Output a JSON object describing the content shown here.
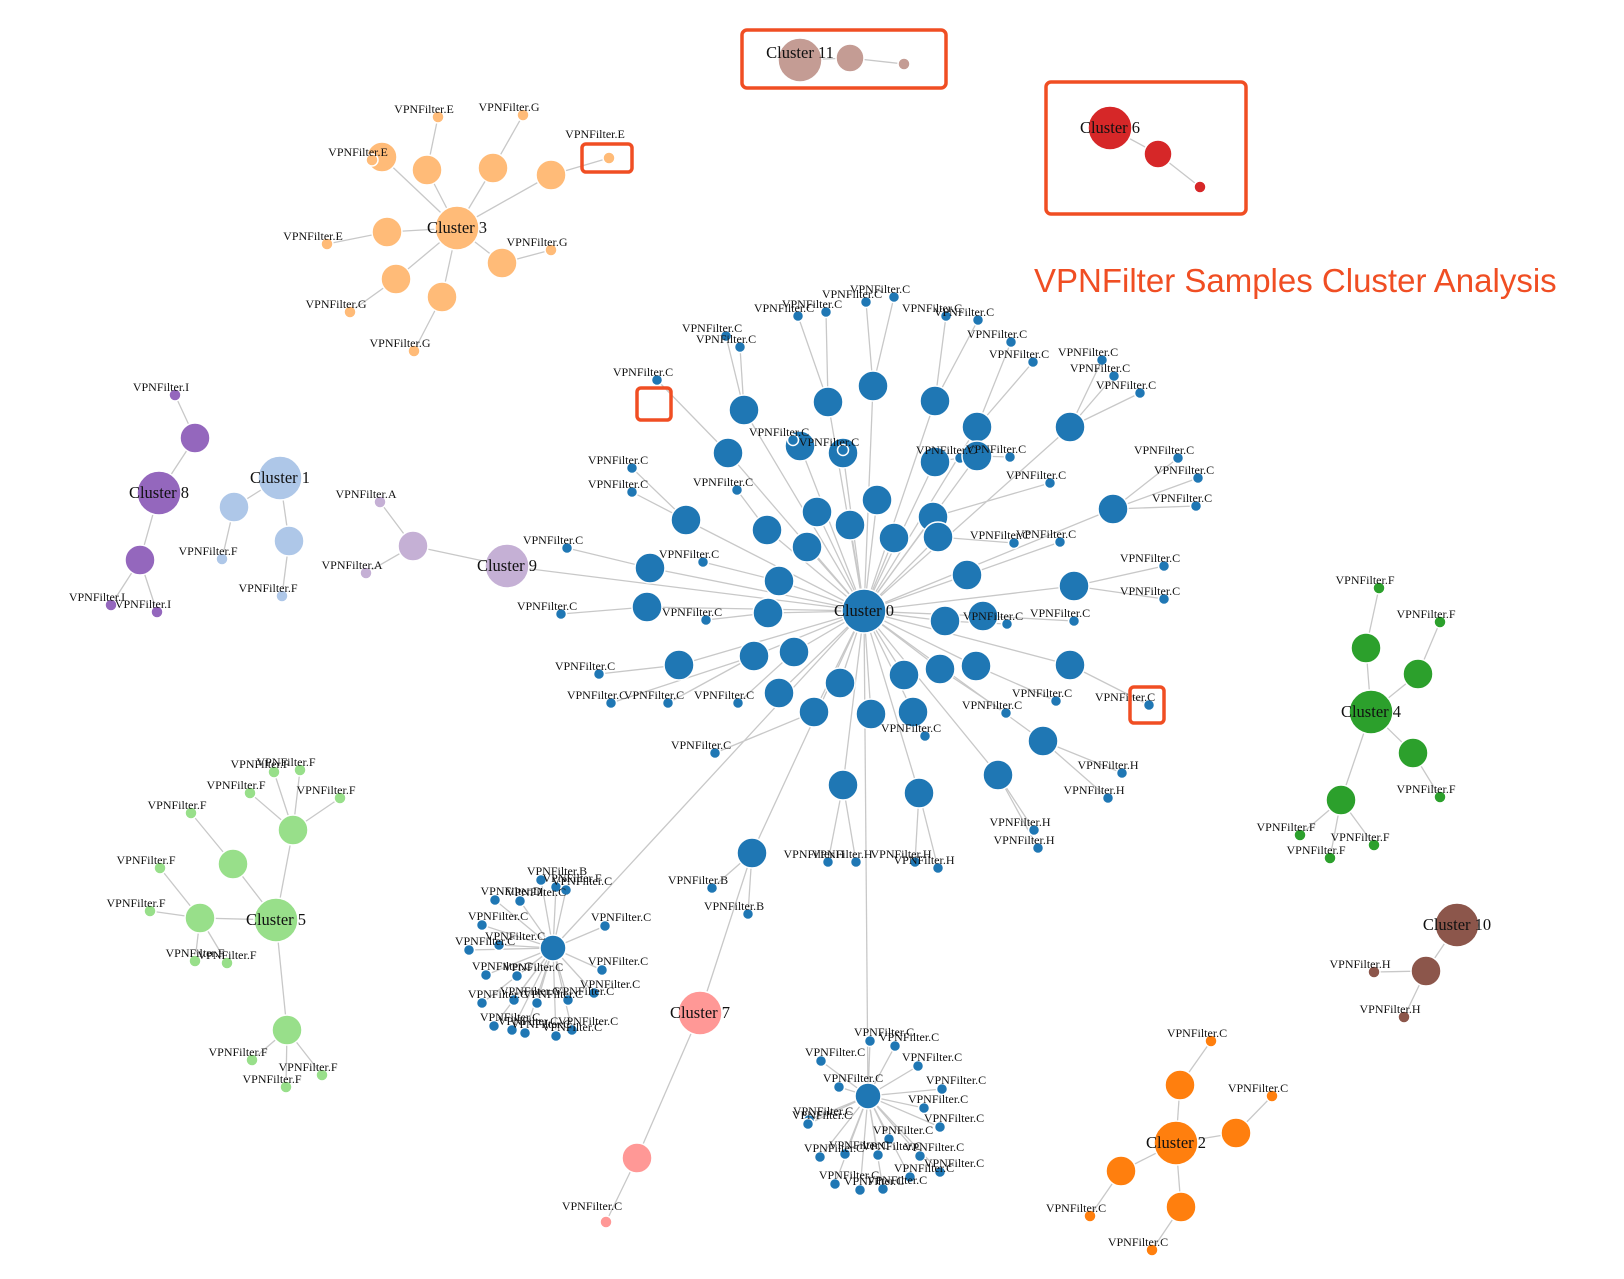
{
  "title": "VPNFilter Samples Cluster Analysis",
  "colors": {
    "accent": "#f04e23",
    "edge": "#c8c8c8",
    "cluster0": "#1f77b4",
    "cluster1": "#aec7e8",
    "cluster2": "#ff7f0e",
    "cluster3": "#ffbb78",
    "cluster4": "#2ca02c",
    "cluster5": "#98df8a",
    "cluster6": "#d62728",
    "cluster7": "#ff9896",
    "cluster8": "#9467bd",
    "cluster9": "#c5b0d5",
    "cluster10": "#8c564b",
    "cluster11": "#c49c94"
  },
  "clusters": [
    {
      "id": "c0",
      "label": "Cluster 0",
      "color": "#1f77b4"
    },
    {
      "id": "c1",
      "label": "Cluster 1",
      "color": "#aec7e8"
    },
    {
      "id": "c2",
      "label": "Cluster 2",
      "color": "#ff7f0e"
    },
    {
      "id": "c3",
      "label": "Cluster 3",
      "color": "#ffbb78"
    },
    {
      "id": "c4",
      "label": "Cluster 4",
      "color": "#2ca02c"
    },
    {
      "id": "c5",
      "label": "Cluster 5",
      "color": "#98df8a"
    },
    {
      "id": "c6",
      "label": "Cluster 6",
      "color": "#d62728"
    },
    {
      "id": "c7",
      "label": "Cluster 7",
      "color": "#ff9896"
    },
    {
      "id": "c8",
      "label": "Cluster 8",
      "color": "#9467bd"
    },
    {
      "id": "c9",
      "label": "Cluster 9",
      "color": "#c5b0d5"
    },
    {
      "id": "c10",
      "label": "Cluster 10",
      "color": "#8c564b"
    },
    {
      "id": "c11",
      "label": "Cluster 11",
      "color": "#c49c94"
    }
  ],
  "highlighted_groups": [
    "Cluster 11",
    "Cluster 6"
  ],
  "sample_labels": {
    "c0": [
      "VPNFilter.C",
      "VPNFilter.C",
      "VPNFilter.C",
      "VPNFilter.C",
      "VPNFilter.C",
      "VPNFilter.C",
      "VPNFilter.C",
      "VPNFilter.C",
      "VPNFilter.C",
      "VPNFilter.C",
      "VPNFilter.C",
      "VPNFilter.C",
      "VPNFilter.C",
      "VPNFilter.C",
      "VPNFilter.C",
      "VPNFilter.C",
      "VPNFilter.C",
      "VPNFilter.C",
      "VPNFilter.C",
      "VPNFilter.C",
      "VPNFilter.C",
      "VPNFilter.C",
      "VPNFilter.C",
      "VPNFilter.C",
      "VPNFilter.C",
      "VPNFilter.C",
      "VPNFilter.C",
      "VPNFilter.C",
      "VPNFilter.C",
      "VPNFilter.C",
      "VPNFilter.C",
      "VPNFilter.C",
      "VPNFilter.C",
      "VPNFilter.C",
      "VPNFilter.C",
      "VPNFilter.C",
      "VPNFilter.C",
      "VPNFilter.C",
      "VPNFilter.C",
      "VPNFilter.C",
      "VPNFilter.C",
      "VPNFilter.C",
      "VPNFilter.C",
      "VPNFilter.C",
      "VPNFilter.H",
      "VPNFilter.H",
      "VPNFilter.H",
      "VPNFilter.H",
      "VPNFilter.H",
      "VPNFilter.H",
      "VPNFilter.H",
      "VPNFilter.H",
      "VPNFilter.B",
      "VPNFilter.B",
      "VPNFilter.B",
      "VPNFilter.F",
      "VPNFilter.D"
    ],
    "c1": [
      "VPNFilter.F",
      "VPNFilter.F"
    ],
    "c2": [
      "VPNFilter.C",
      "VPNFilter.C",
      "VPNFilter.C",
      "VPNFilter.C"
    ],
    "c3": [
      "VPNFilter.E",
      "VPNFilter.G",
      "VPNFilter.E",
      "VPNFilter.E",
      "VPNFilter.G",
      "VPNFilter.G",
      "VPNFilter.G",
      "VPNFilter.E"
    ],
    "c4": [
      "VPNFilter.F",
      "VPNFilter.F",
      "VPNFilter.F",
      "VPNFilter.F",
      "VPNFilter.F",
      "VPNFilter.F"
    ],
    "c5": [
      "VPNFilter.F",
      "VPNFilter.F",
      "VPNFilter.F",
      "VPNFilter.F",
      "VPNFilter.F",
      "VPNFilter.F",
      "VPNFilter.F",
      "VPNFilter.F",
      "VPNFilter.F",
      "VPNFilter.F",
      "VPNFilter.F",
      "VPNFilter.F",
      "VPNFilter.F"
    ],
    "c7": [
      "VPNFilter.C"
    ],
    "c8": [
      "VPNFilter.I",
      "VPNFilter.I",
      "VPNFilter.I"
    ],
    "c9": [
      "VPNFilter.A",
      "VPNFilter.A"
    ],
    "c10": [
      "VPNFilter.H",
      "VPNFilter.H"
    ]
  }
}
